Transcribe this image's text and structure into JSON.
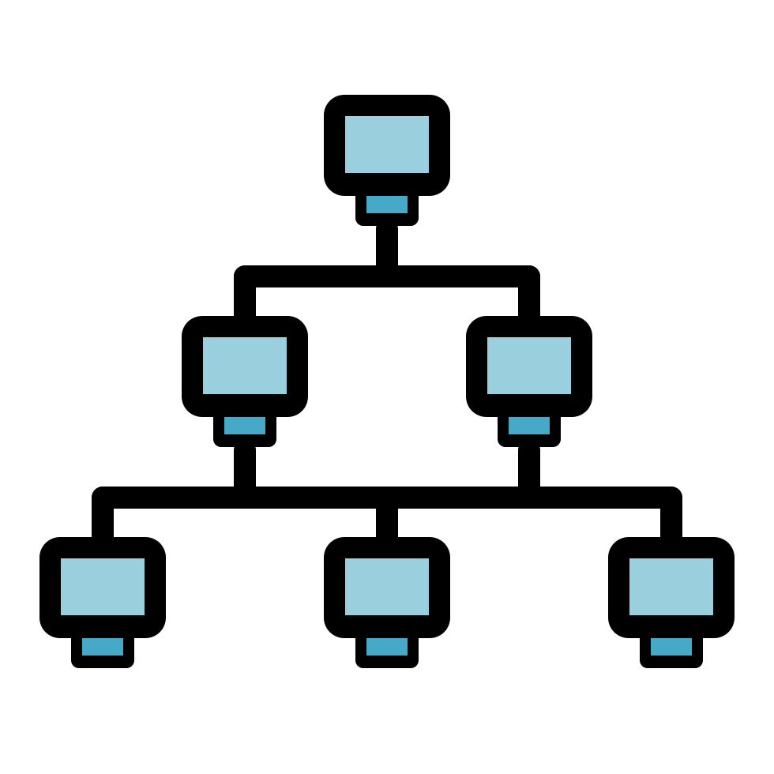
{
  "icon": {
    "name": "network-hierarchy-icon",
    "colors": {
      "background": "#ffffff",
      "outline": "#000000",
      "screen_fill": "#9ad0de",
      "port_fill": "#47a9c8"
    },
    "node_levels": [
      {
        "level": 1,
        "count": 1
      },
      {
        "level": 2,
        "count": 2
      },
      {
        "level": 3,
        "count": 3
      }
    ]
  }
}
